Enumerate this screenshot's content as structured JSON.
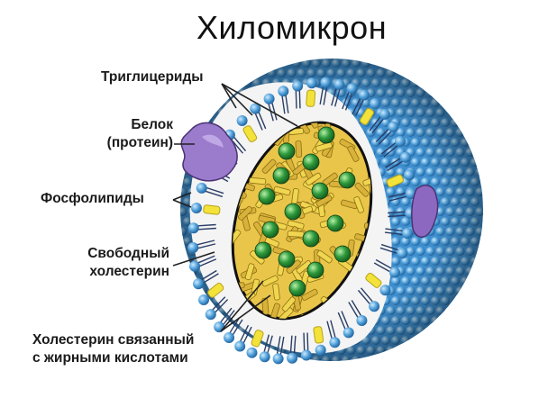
{
  "title": "Хиломикрон",
  "labels": {
    "triglycerides": "Триглицериды",
    "protein_line1": "Белок",
    "protein_line2": "(протеин)",
    "phospholipids": "Фосфолипиды",
    "free_cholesterol_line1": "Свободный",
    "free_cholesterol_line2": "холестерин",
    "esterified_cholesterol_line1": "Холестерин связанный",
    "esterified_cholesterol_line2": "с жирными кислотами"
  },
  "colors": {
    "phospholipid_head": "#5aa9de",
    "phospholipid_tail": "#2a3d66",
    "core_fill": "#e9c64a",
    "core_sphere": "#2e9a3c",
    "free_cholesterol": "#f2e23a",
    "protein": "#9b7bcc"
  }
}
